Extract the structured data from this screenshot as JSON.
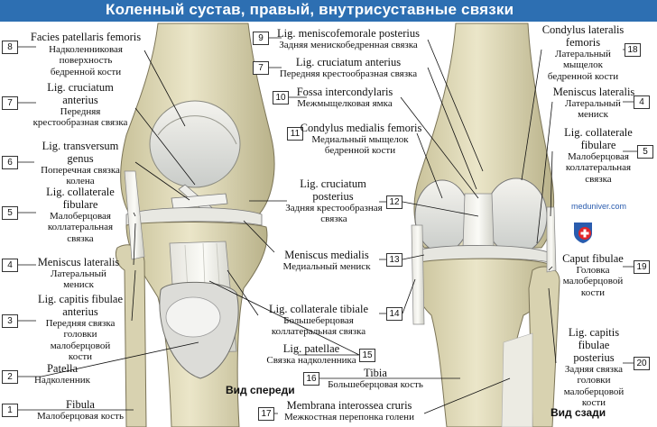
{
  "title": "Коленный сустав, правый, внутрисуставные связки",
  "views": {
    "front": "Вид спереди",
    "back": "Вид сзади"
  },
  "watermark": "meduniver.com",
  "labels": [
    {
      "num": "8",
      "lat": "Facies patellaris femoris",
      "ru": "Надколенниковая поверхность бедренной кости"
    },
    {
      "num": "7",
      "lat": "Lig. cruciatum anterius",
      "ru": "Передняя крестообразная связка"
    },
    {
      "num": "6",
      "lat": "Lig. transversum genus",
      "ru": "Поперечная связка колена"
    },
    {
      "num": "5",
      "lat": "Lig. collaterale fibulare",
      "ru": "Малоберцовая коллатеральная связка"
    },
    {
      "num": "4",
      "lat": "Meniscus lateralis",
      "ru": "Латеральный мениск"
    },
    {
      "num": "3",
      "lat": "Lig. capitis fibulae anterius",
      "ru": "Передняя связка головки малоберцовой кости"
    },
    {
      "num": "2",
      "lat": "Patella",
      "ru": "Надколенник"
    },
    {
      "num": "1",
      "lat": "Fibula",
      "ru": "Малоберцовая кость"
    },
    {
      "num": "9",
      "lat": "Lig. meniscofemorale posterius",
      "ru": "Задняя менискобедренная связка"
    },
    {
      "num": "7",
      "lat": "Lig. cruciatum anterius",
      "ru": "Передняя крестообразная связка"
    },
    {
      "num": "10",
      "lat": "Fossa intercondylaris",
      "ru": "Межмыщелковая ямка"
    },
    {
      "num": "11",
      "lat": "Condylus medialis femoris",
      "ru": "Медиальный мыщелок бедренной кости"
    },
    {
      "num": "12",
      "lat": "Lig. cruciatum posterius",
      "ru": "Задняя крестообразная связка"
    },
    {
      "num": "13",
      "lat": "Meniscus medialis",
      "ru": "Медиальный мениск"
    },
    {
      "num": "14",
      "lat": "Lig. collaterale tibiale",
      "ru": "Большеберцовая коллатеральная связка"
    },
    {
      "num": "15",
      "lat": "Lig. patellae",
      "ru": "Связка надколенника"
    },
    {
      "num": "16",
      "lat": "Tibia",
      "ru": "Большеберцовая кость"
    },
    {
      "num": "17",
      "lat": "Membrana interossea cruris",
      "ru": "Межкостная перепонка голени"
    },
    {
      "num": "18",
      "lat": "Condylus lateralis femoris",
      "ru": "Латеральный мыщелок бедренной кости"
    },
    {
      "num": "4",
      "lat": "Meniscus lateralis",
      "ru": "Латеральный мениск"
    },
    {
      "num": "5",
      "lat": "Lig. collaterale fibulare",
      "ru": "Малоберцовая коллатеральная связка"
    },
    {
      "num": "19",
      "lat": "Caput fibulae",
      "ru": "Головка малоберцовой кости"
    },
    {
      "num": "20",
      "lat": "Lig. capitis fibulae posterius",
      "ru": "Задняя связка головки малоберцовой кости"
    }
  ]
}
